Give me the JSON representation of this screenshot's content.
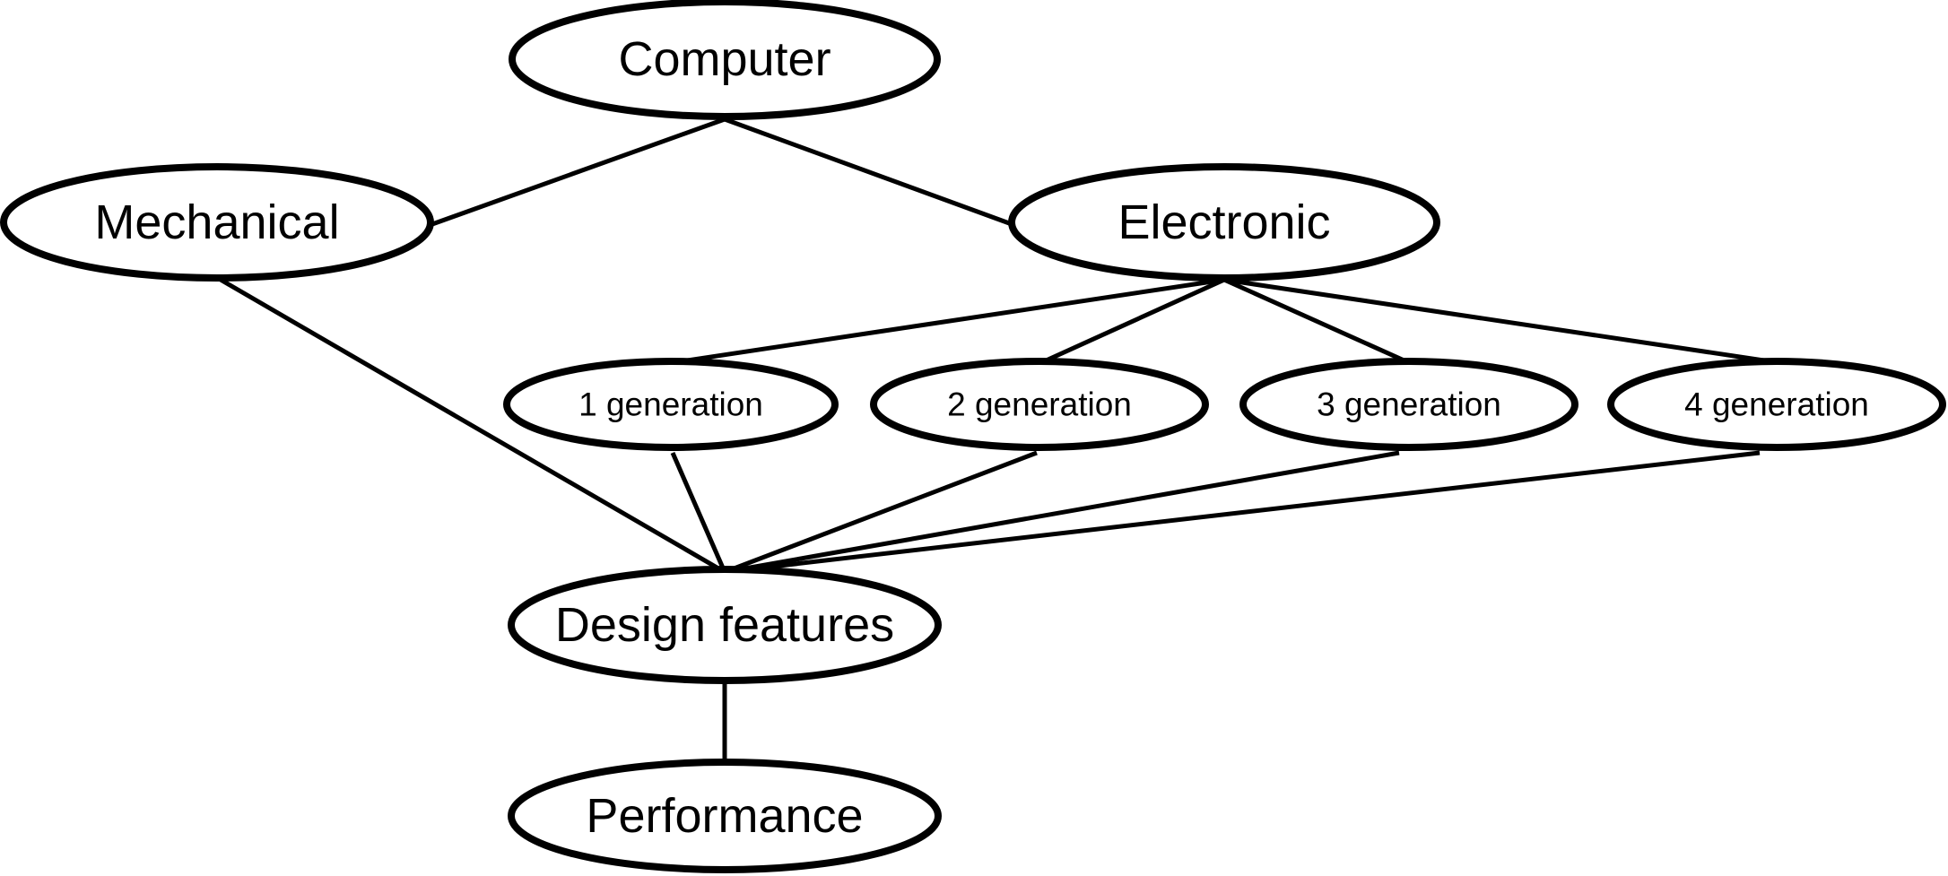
{
  "diagram": {
    "nodes": {
      "computer": "Computer",
      "mechanical": "Mechanical",
      "electronic": "Electronic",
      "gen1": "1 generation",
      "gen2": "2 generation",
      "gen3": "3 generation",
      "gen4": "4 generation",
      "design": "Design features",
      "performance": "Performance"
    },
    "edges": [
      [
        "computer",
        "mechanical"
      ],
      [
        "computer",
        "electronic"
      ],
      [
        "electronic",
        "gen1"
      ],
      [
        "electronic",
        "gen2"
      ],
      [
        "electronic",
        "gen3"
      ],
      [
        "electronic",
        "gen4"
      ],
      [
        "mechanical",
        "design"
      ],
      [
        "gen1",
        "design"
      ],
      [
        "gen2",
        "design"
      ],
      [
        "gen3",
        "design"
      ],
      [
        "gen4",
        "design"
      ],
      [
        "design",
        "performance"
      ]
    ]
  }
}
